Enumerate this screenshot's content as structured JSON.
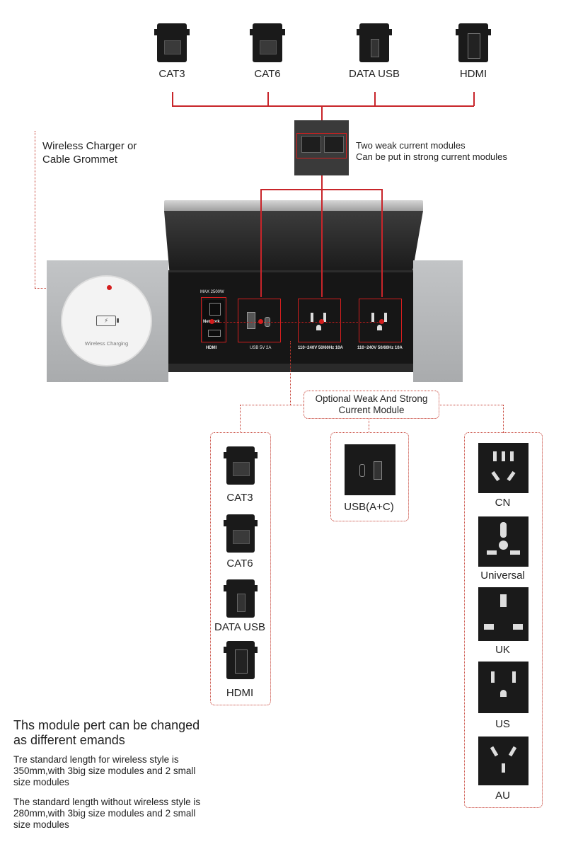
{
  "top_modules": [
    "CAT3",
    "CAT6",
    "DATA USB",
    "HDMI"
  ],
  "wireless_label": [
    "Wireless Charger or",
    "Cable Grommet"
  ],
  "weak_modules_note": [
    "Two weak current modules",
    "Can be put in strong current modules"
  ],
  "wireless_charging_text": "Wireless Charging",
  "panel": {
    "max_power": "MAX   2500W",
    "network": "Network",
    "hdmi": "HDMI",
    "usb": "USB 5V  2A",
    "outlet1": "110~240V 50/60Hz 10A",
    "outlet2": "110~240V 50/60Hz 10A"
  },
  "optional_label": [
    "Optional Weak And Strong",
    "Current Module"
  ],
  "left_column": [
    "CAT3",
    "CAT6",
    "DATA USB",
    "HDMI"
  ],
  "usb_module": "USB(A+C)",
  "socket_types": [
    "CN",
    "Universal",
    "UK",
    "US",
    "AU"
  ],
  "heading": [
    "Ths module pert can be changed",
    "as different emands"
  ],
  "paragraph1": [
    "Tre standard length for wireless style is",
    "350mm,with 3big size modules and 2 small",
    "size modules"
  ],
  "paragraph2": [
    "The standard length without wireless style is",
    "280mm,with 3big size modules and 2 small",
    "size modules"
  ],
  "colors": {
    "accent_red": "#d41e1e",
    "module_black": "#1a1a1a",
    "panel_grey": "#b9bbbd"
  }
}
